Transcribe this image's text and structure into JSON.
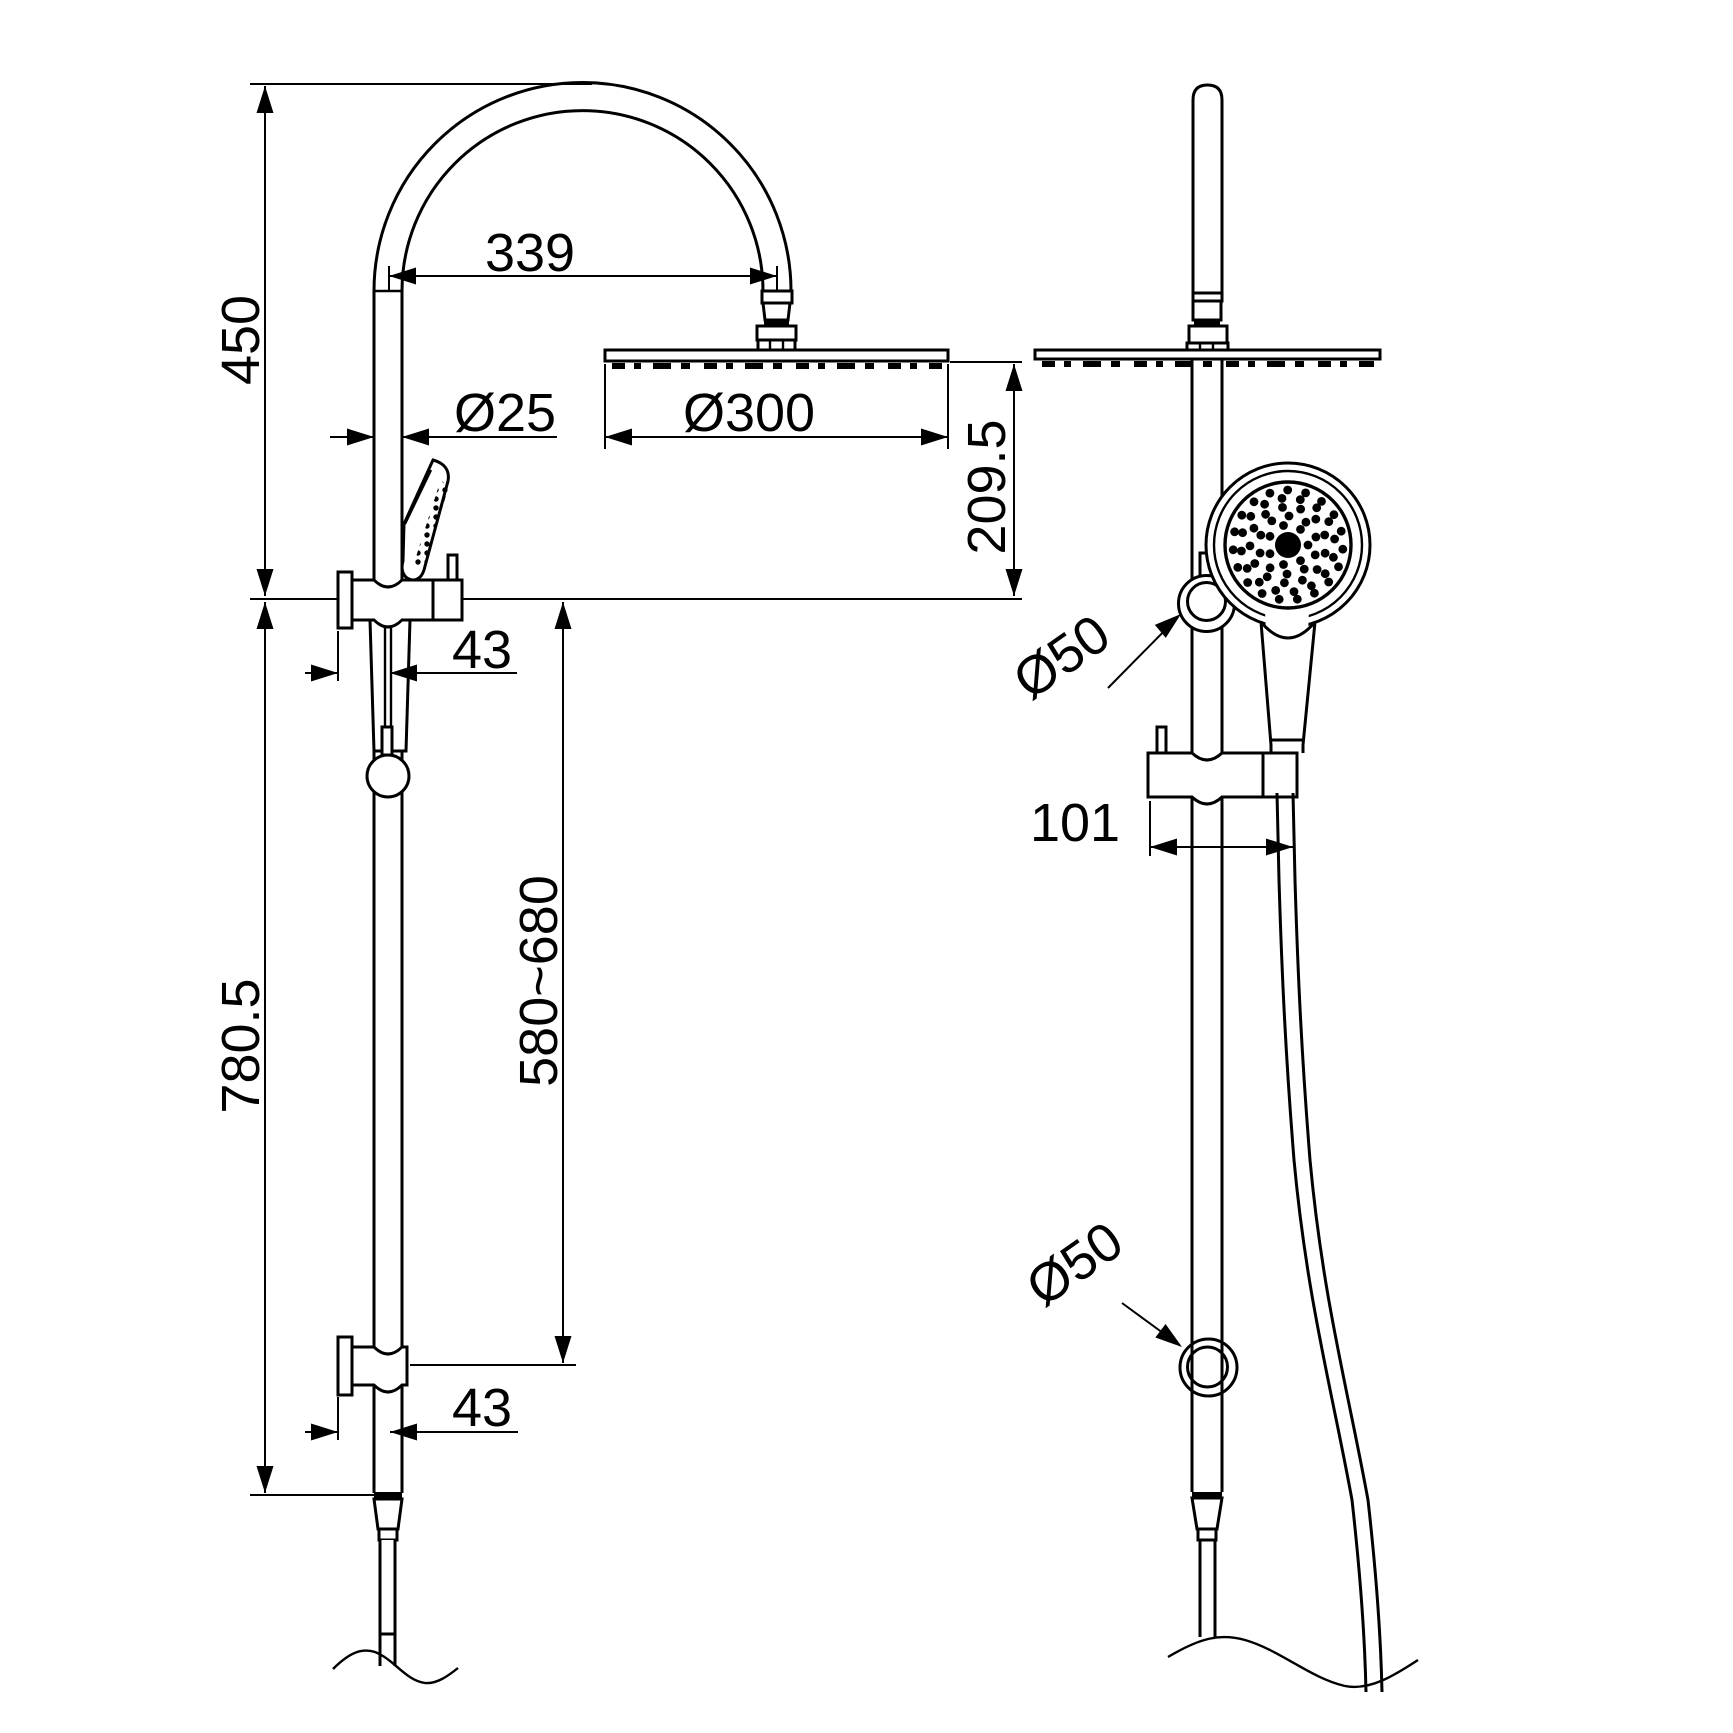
{
  "drawing": {
    "kind": "shower-column-technical-drawing",
    "background": "#ffffff",
    "line_color": "#000000",
    "views": {
      "front": "front-elevation",
      "side": "side-elevation"
    },
    "dimensions": {
      "front": {
        "overall_top": "450",
        "arm_reach": "339",
        "pole_diameter": "Ø25",
        "head_diameter": "Ø300",
        "head_drop": "209.5",
        "bracket_offset_upper": "43",
        "pole_lower": "780.5",
        "slider_range": "580~680",
        "bracket_offset_lower": "43"
      },
      "side": {
        "holder_diameter": "Ø50",
        "wall_clearance": "101",
        "outlet_diameter": "Ø50"
      }
    }
  }
}
